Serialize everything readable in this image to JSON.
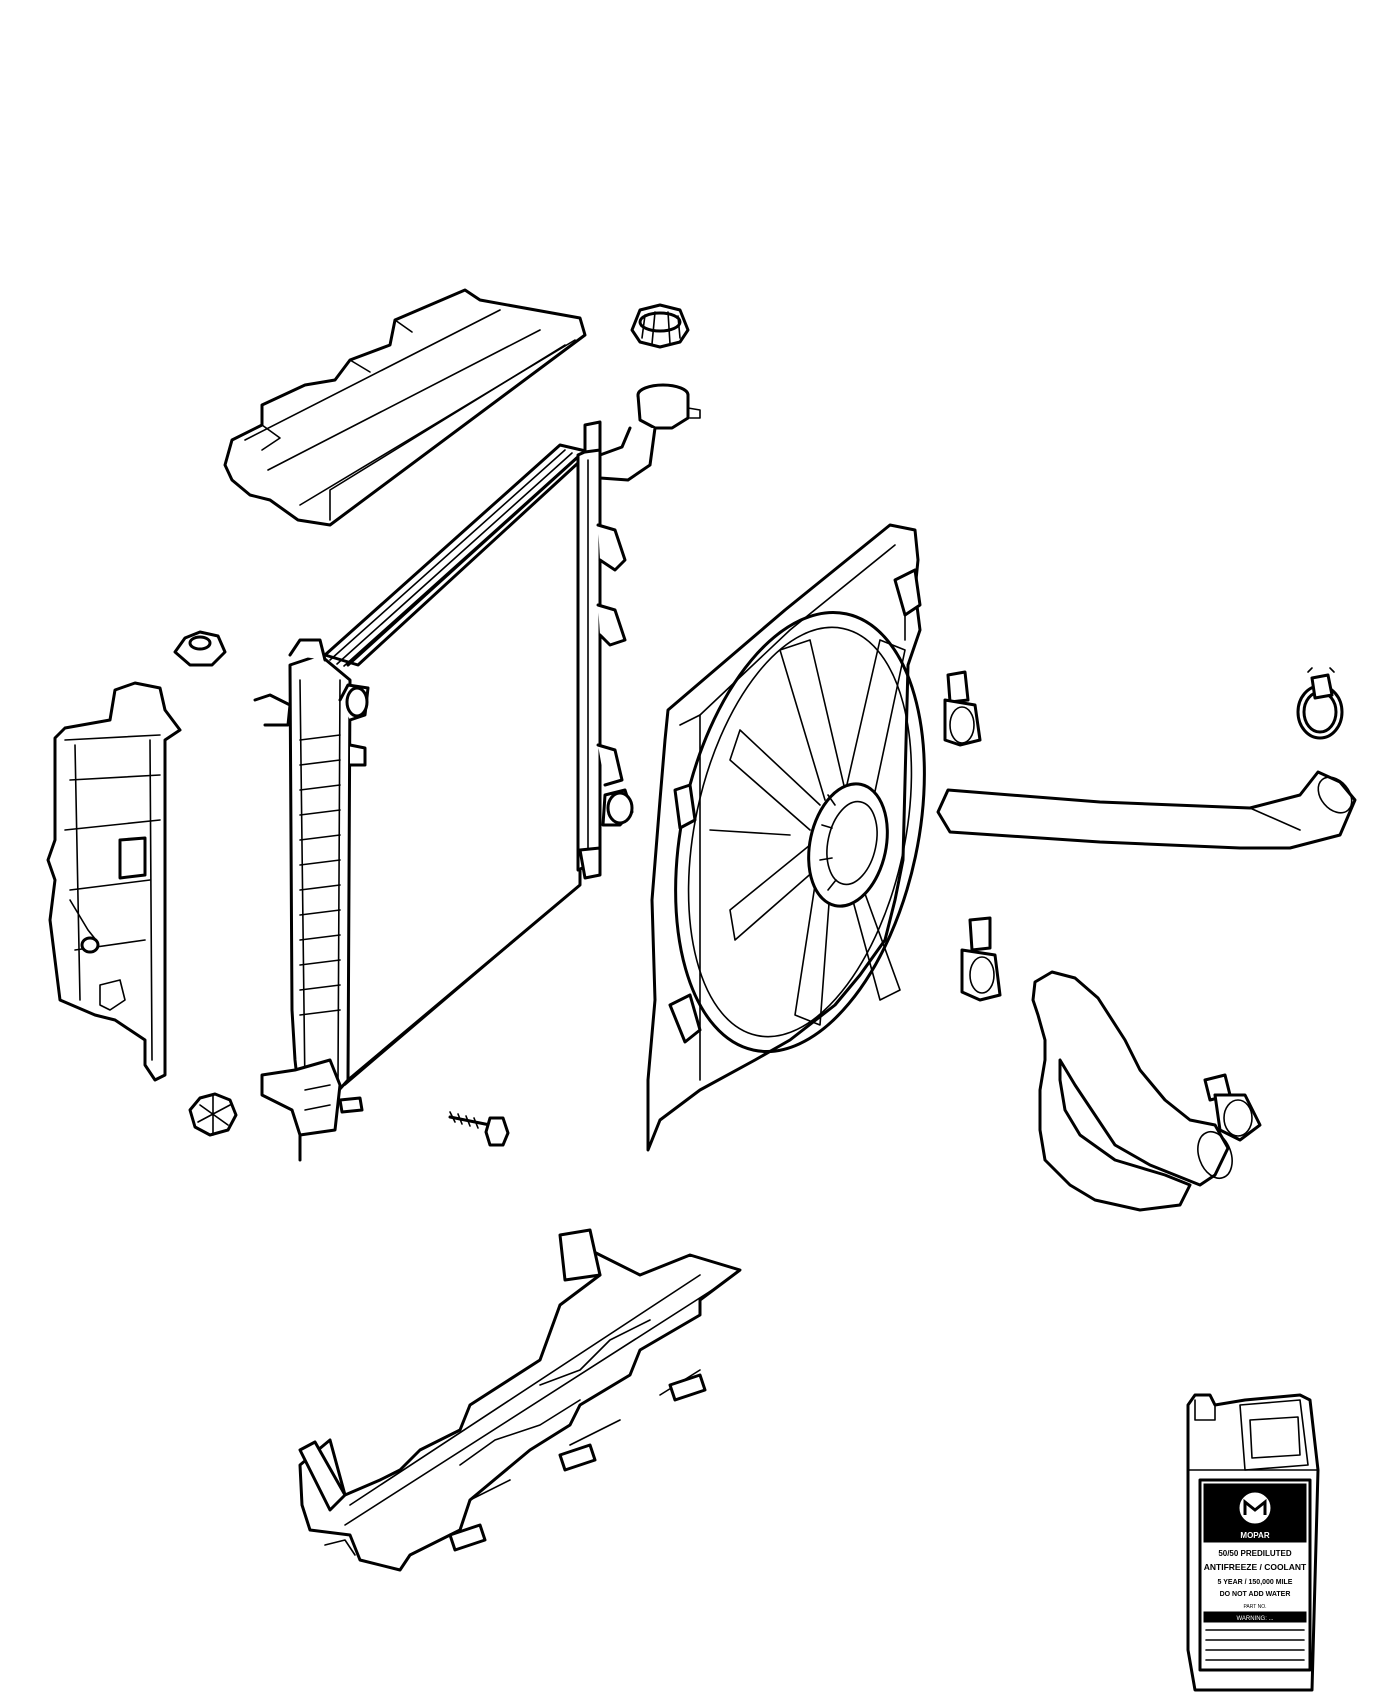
{
  "jug": {
    "brand": "MOPAR",
    "product_line1": "50/50 PREDILUTED",
    "product_line2": "ANTIFREEZE / COOLANT",
    "warranty": "5 YEAR / 150,000 MILE",
    "instruction": "DO NOT ADD WATER",
    "fine_print": "PART NO.",
    "warning": "WARNING: ..."
  },
  "colors": {
    "line": "#000000",
    "background": "#ffffff"
  },
  "icons": {
    "mopar_logo": "mopar-m-logo"
  }
}
